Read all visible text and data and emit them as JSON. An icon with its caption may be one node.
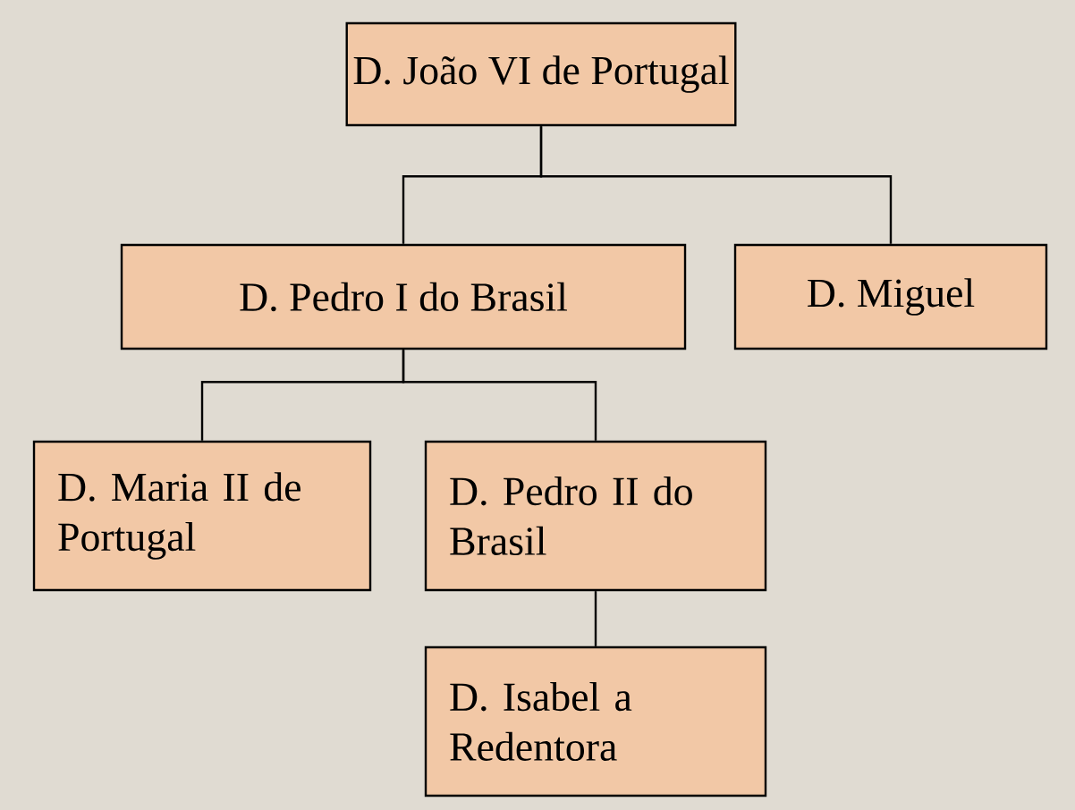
{
  "diagram": {
    "nodes": [
      {
        "text": [
          "D. João VI de Portugal"
        ]
      },
      {
        "text": [
          "D. Pedro I do Brasil"
        ]
      },
      {
        "text": [
          "D. Miguel"
        ]
      },
      {
        "text": [
          "D. Maria II de Portugal"
        ]
      },
      {
        "text": [
          "D. Pedro II do Brasil"
        ]
      },
      {
        "text": [
          "D. Isabel a Redentora"
        ]
      }
    ],
    "edges": [
      {
        "from": 0,
        "to": 1,
        "arrow": "none"
      },
      {
        "from": 0,
        "to": 2,
        "arrow": "none"
      },
      {
        "from": 1,
        "to": 3,
        "arrow": "none"
      },
      {
        "from": 1,
        "to": 4,
        "arrow": "none"
      },
      {
        "from": 4,
        "to": 5,
        "arrow": "none"
      }
    ]
  }
}
